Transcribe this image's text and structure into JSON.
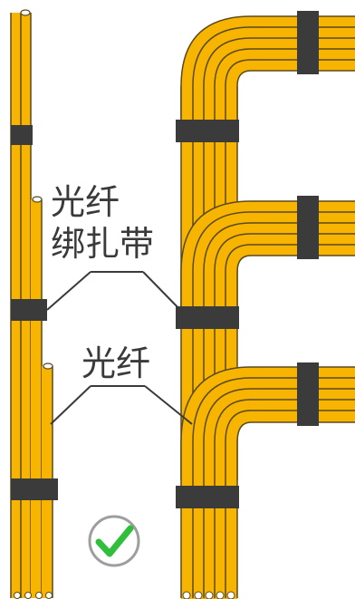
{
  "labels": {
    "fiber_tie_line1": "光纤",
    "fiber_tie_line2": "绑扎带",
    "fiber": "光纤"
  },
  "icons": {
    "check": "check-circle-icon"
  },
  "colors": {
    "fiber_fill": "#f7b400",
    "fiber_line": "#5a4a20",
    "tie_strap": "#3b3b3b",
    "leader_line": "#3a3a3a",
    "check_green": "#2fbf3b",
    "check_ring": "#9e9e9e"
  }
}
